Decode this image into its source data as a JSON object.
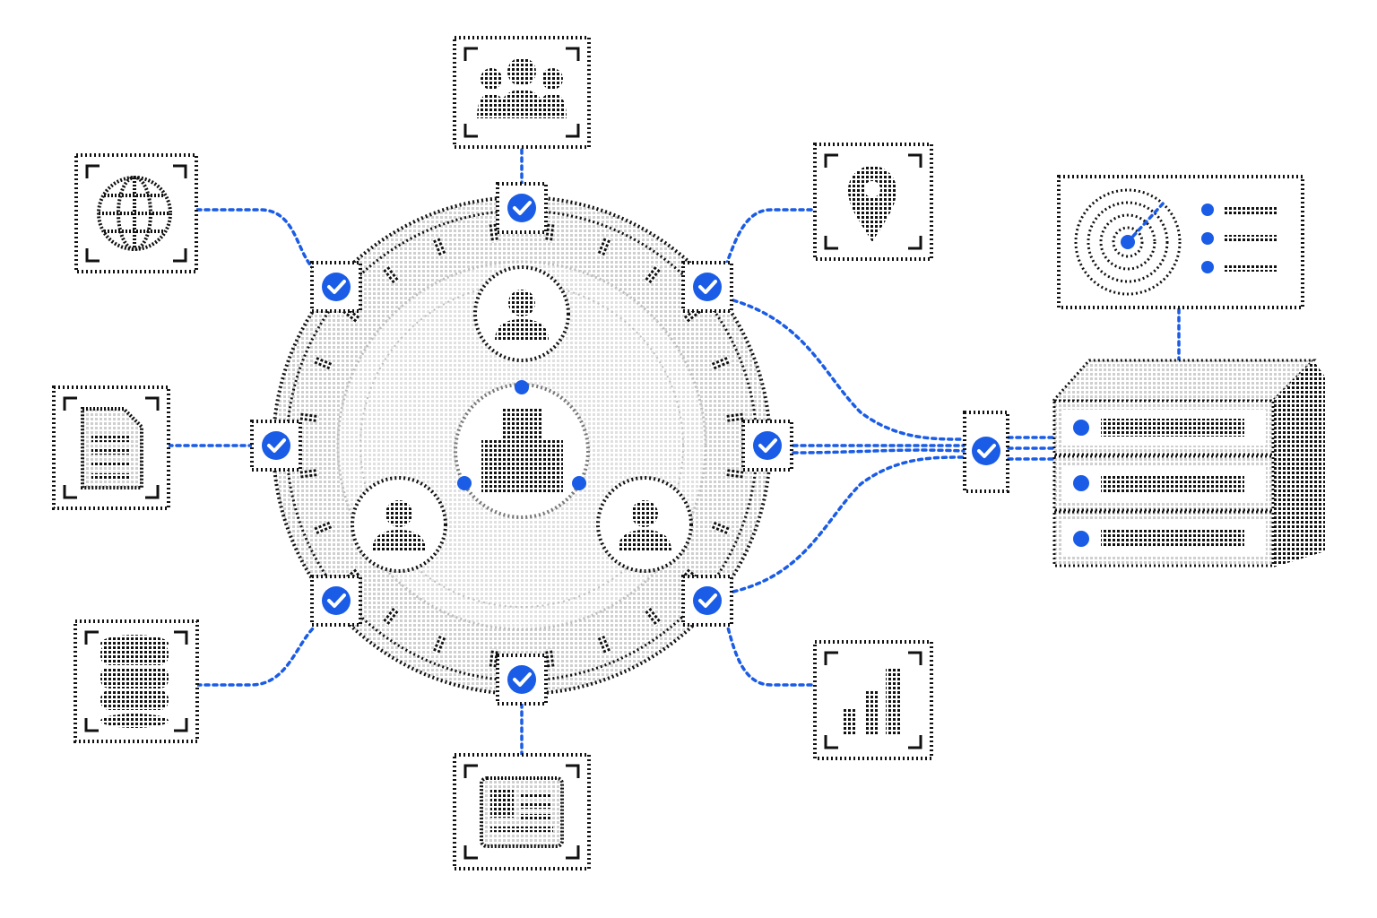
{
  "colors": {
    "accent": "#1a5ce6",
    "ink": "#111111",
    "ring_fill": "#d9d9d9",
    "inner_fill": "#ececec",
    "background": "#ffffff"
  },
  "hub": {
    "center_icon": "building-icon",
    "member_icons": [
      "user-icon",
      "user-icon",
      "user-icon"
    ]
  },
  "nodes": [
    {
      "id": "team",
      "icon": "team-icon"
    },
    {
      "id": "globe",
      "icon": "globe-icon"
    },
    {
      "id": "location",
      "icon": "location-pin-icon"
    },
    {
      "id": "document",
      "icon": "document-icon"
    },
    {
      "id": "database",
      "icon": "database-icon"
    },
    {
      "id": "analytics",
      "icon": "bar-chart-icon"
    },
    {
      "id": "profile-card",
      "icon": "profile-card-icon"
    }
  ],
  "checkpoints": {
    "count": 9,
    "icon": "check-badge-icon"
  },
  "server": {
    "icon": "server-rack-icon",
    "units": 3
  },
  "radar_panel": {
    "icon": "radar-icon",
    "list_items": 3
  }
}
